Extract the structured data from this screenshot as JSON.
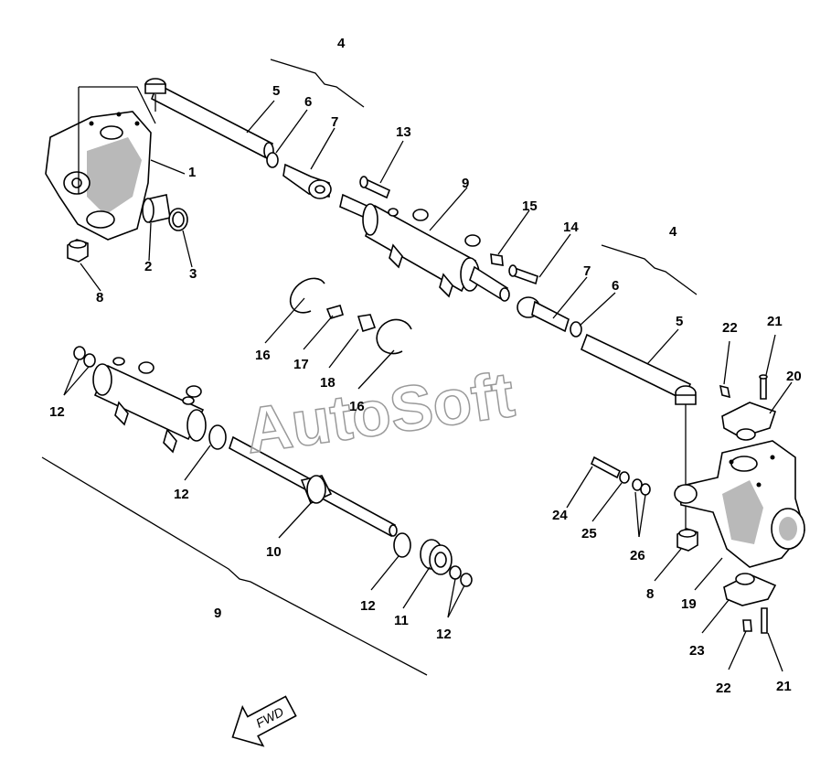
{
  "watermark": "AutoSoft",
  "direction_arrow": {
    "label": "FWD"
  },
  "callouts": {
    "c1": "1",
    "c2": "2",
    "c3": "3",
    "c4a": "4",
    "c4b": "4",
    "c5a": "5",
    "c5b": "5",
    "c6a": "6",
    "c6b": "6",
    "c7a": "7",
    "c7b": "7",
    "c8a": "8",
    "c8b": "8",
    "c9a": "9",
    "c9b": "9",
    "c10": "10",
    "c11": "11",
    "c12a": "12",
    "c12b": "12",
    "c12c": "12",
    "c12d": "12",
    "c13": "13",
    "c14": "14",
    "c15": "15",
    "c16a": "16",
    "c16b": "16",
    "c17": "17",
    "c18": "18",
    "c19": "19",
    "c20": "20",
    "c21a": "21",
    "c21b": "21",
    "c22a": "22",
    "c22b": "22",
    "c23": "23",
    "c24": "24",
    "c25": "25",
    "c26": "26"
  }
}
